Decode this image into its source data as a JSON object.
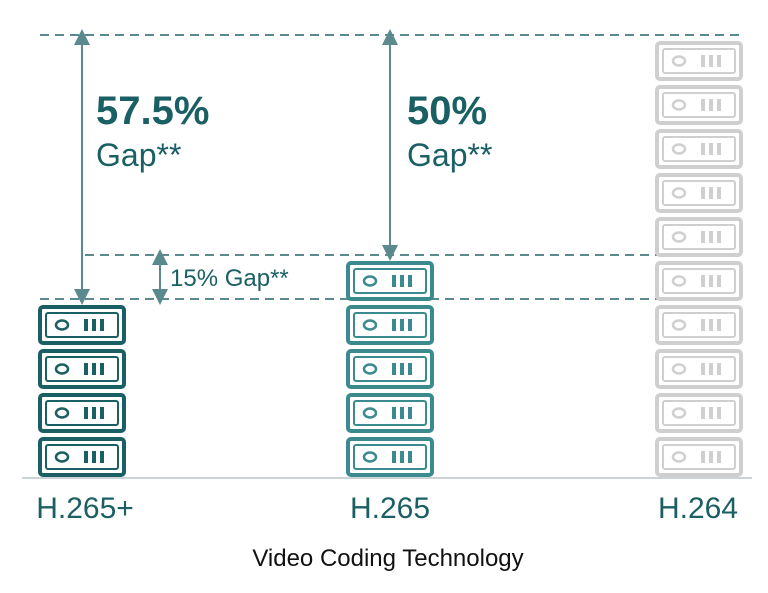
{
  "chart_data": {
    "type": "bar",
    "title": "",
    "xlabel": "Video Coding Technology",
    "ylabel": "",
    "unit_label": "servers",
    "categories": [
      "H.265+",
      "H.265",
      "H.264"
    ],
    "values": [
      4,
      5,
      10
    ],
    "colors": [
      "#1a5f63",
      "#3a8a8f",
      "#cfcfcf"
    ],
    "annotations": [
      {
        "percent": "57.5%",
        "word": "Gap**",
        "from": 10,
        "to": 4
      },
      {
        "percent": "50%",
        "word": "Gap**",
        "from": 10,
        "to": 5
      },
      {
        "label": "15% Gap**",
        "from": 5,
        "to": 4
      }
    ],
    "accent_color": "#1a5f63",
    "guide_color": "#5a8a8e"
  }
}
